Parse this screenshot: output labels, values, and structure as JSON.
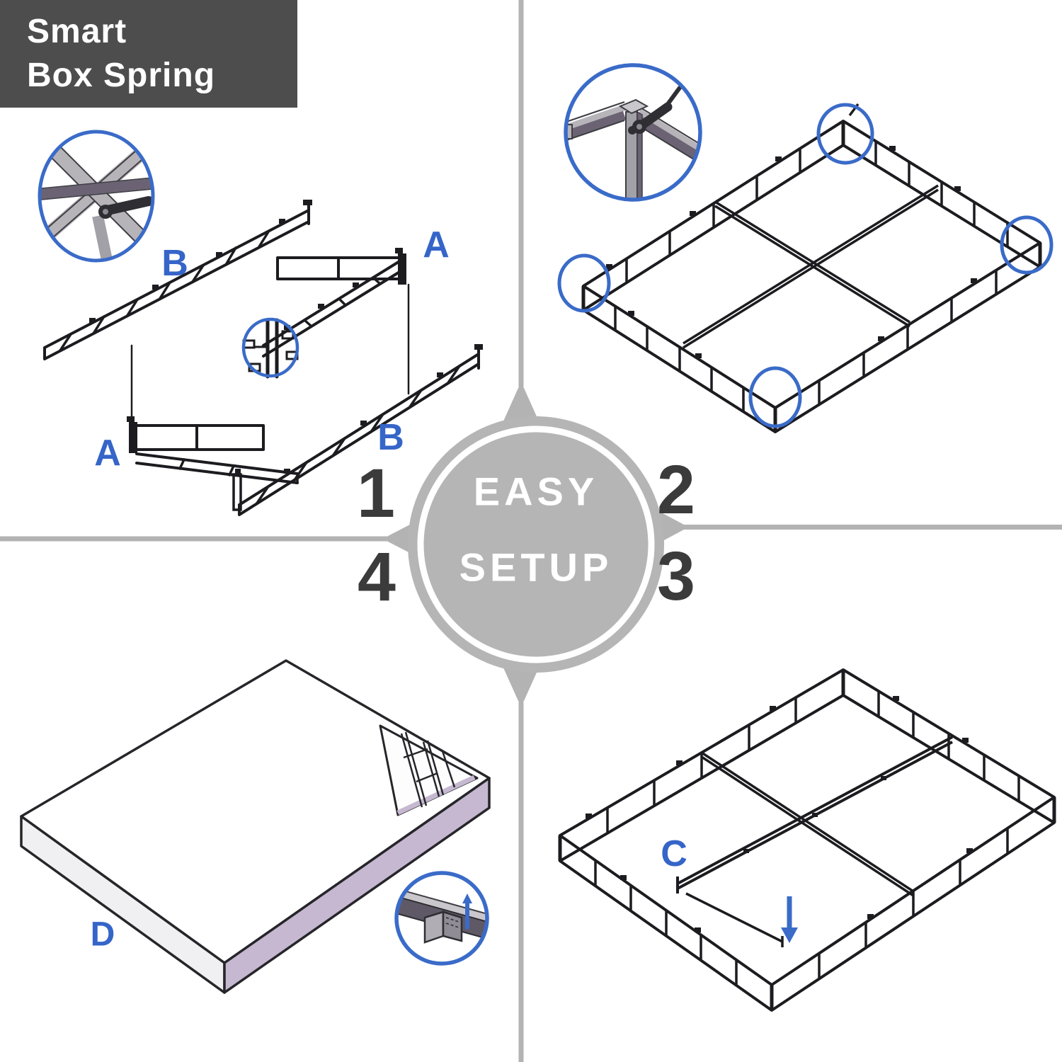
{
  "title": {
    "line1": "Smart",
    "line2": "Box Spring"
  },
  "badge": {
    "word1": "EASY",
    "word2": "SETUP"
  },
  "steps": {
    "step1": {
      "number": "1",
      "label_top_left_rail": "B",
      "label_top_right_rail": "A",
      "label_bottom_left_rail": "A",
      "label_bottom_right_rail": "B"
    },
    "step2": {
      "number": "2"
    },
    "step3": {
      "number": "3",
      "label_cross_rail": "C"
    },
    "step4": {
      "number": "4",
      "label_cover": "D"
    }
  },
  "colors": {
    "accent_blue": "#3a6bc8",
    "label_blue": "#3565c8",
    "title_box_bg": "#4d4d4d",
    "divider_gray": "#b3b3b3",
    "badge_gray": "#b5b5b5",
    "step_number_gray": "#3b3b3b",
    "line_art_dark": "#1c1c20",
    "beam_gray": "#b6b4b9",
    "beam_purple": "#6b6373",
    "cover_side_lavender": "#c5b8d0",
    "cover_front_gray": "#f0eff2"
  }
}
